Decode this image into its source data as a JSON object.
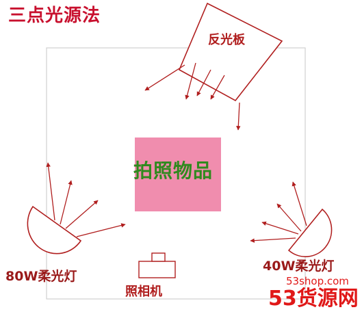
{
  "title": "三点光源法",
  "reflector_label": "反光板",
  "subject_label": "拍照物品",
  "left_light_label": "80W柔光灯",
  "right_light_label": "40W柔光灯",
  "camera_label": "照相机",
  "watermark": {
    "url": "53shop.com",
    "brand": "53货源网"
  },
  "colors": {
    "line_red": "#b01e1e",
    "title_red": "#c8102e",
    "subject_fill": "#f08dae",
    "subject_text": "#2f8a1e",
    "frame_gray": "#d0d0d0"
  }
}
